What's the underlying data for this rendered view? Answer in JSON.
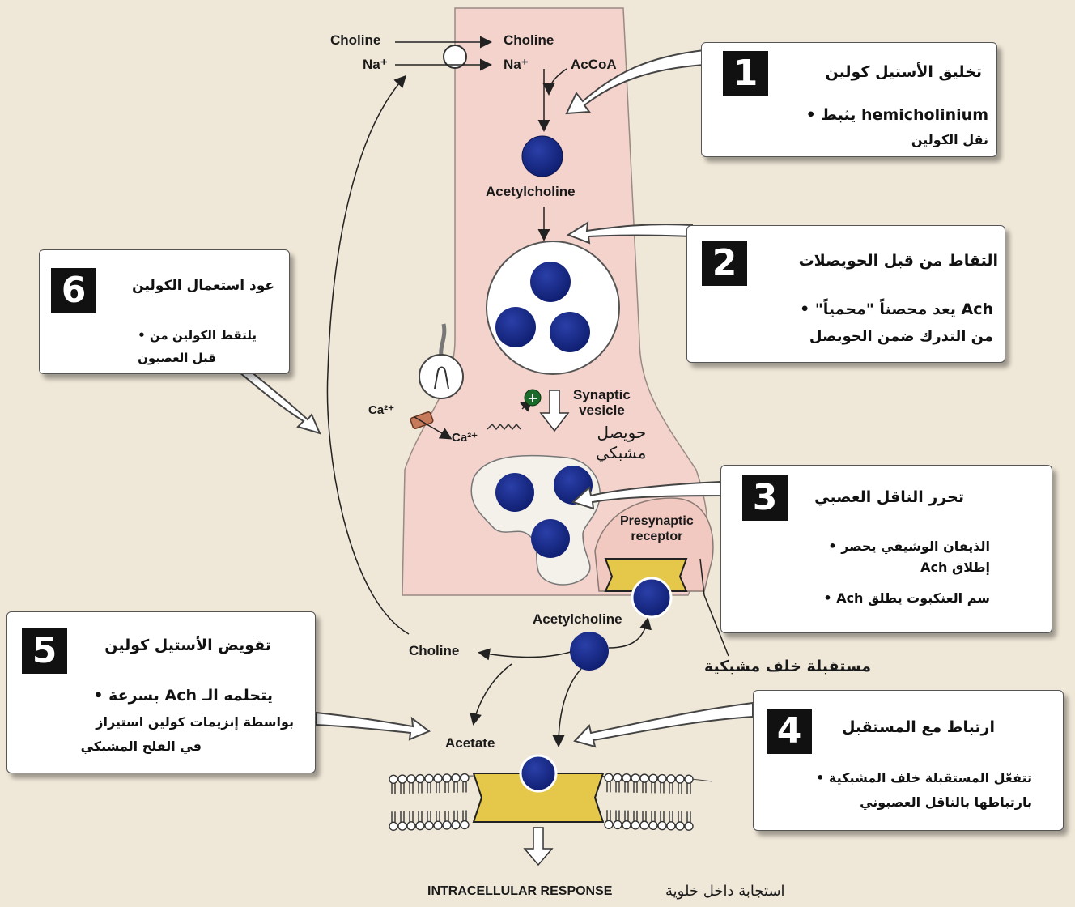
{
  "diagram": {
    "labels": {
      "choline_out": "Choline",
      "na_out": "Na⁺",
      "choline_in": "Choline",
      "na_in": "Na⁺",
      "accoa": "AcCoA",
      "acetylcholine_top": "Acetylcholine",
      "synaptic_vesicle": "Synaptic\nvesicle",
      "synaptic_vesicle_ar": "حويصل\nمشبكي",
      "ca_out": "Ca²⁺",
      "ca_in": "Ca²⁺",
      "presynaptic_receptor": "Presynaptic\nreceptor",
      "acetylcholine_cleft": "Acetylcholine",
      "choline_cleft": "Choline",
      "acetate": "Acetate",
      "postsynaptic_receptor_ar": "مستقبلة خلف مشبكية",
      "intracellular_response": "INTRACELLULAR RESPONSE",
      "intracellular_response_ar": "استجابة داخل خلوية"
    },
    "boxes": [
      {
        "number": "1",
        "title": "تخليق الأستيل كولين",
        "lines": [
          "hemicholinium يثبط •",
          "نقل الكولين"
        ]
      },
      {
        "number": "2",
        "title": "التقاط من قبل الحويصلات",
        "lines": [
          "Ach يعد محصناً \"محمياً\" •",
          "من التدرك ضمن الحويصل"
        ]
      },
      {
        "number": "3",
        "title": "تحرر الناقل العصبي",
        "lines": [
          "الذيفان الوشيقي يحصر •",
          "إطلاق Ach",
          "سم العنكبوت يطلق Ach •"
        ]
      },
      {
        "number": "4",
        "title": "ارتباط مع المستقبل",
        "lines": [
          "تتفعّل المستقبلة خلف المشبكية •",
          "بارتباطها بالناقل العصبوني"
        ]
      },
      {
        "number": "5",
        "title": "تقويض الأستيل كولين",
        "lines": [
          "يتحلمه الـ Ach بسرعة •",
          "بواسطة إنزيمات كولين استيراز",
          "في الفلح المشبكي"
        ]
      },
      {
        "number": "6",
        "title": "عود استعمال الكولين",
        "lines": [
          "يلتقط الكولين من •",
          "قبل العصبون"
        ]
      }
    ]
  }
}
